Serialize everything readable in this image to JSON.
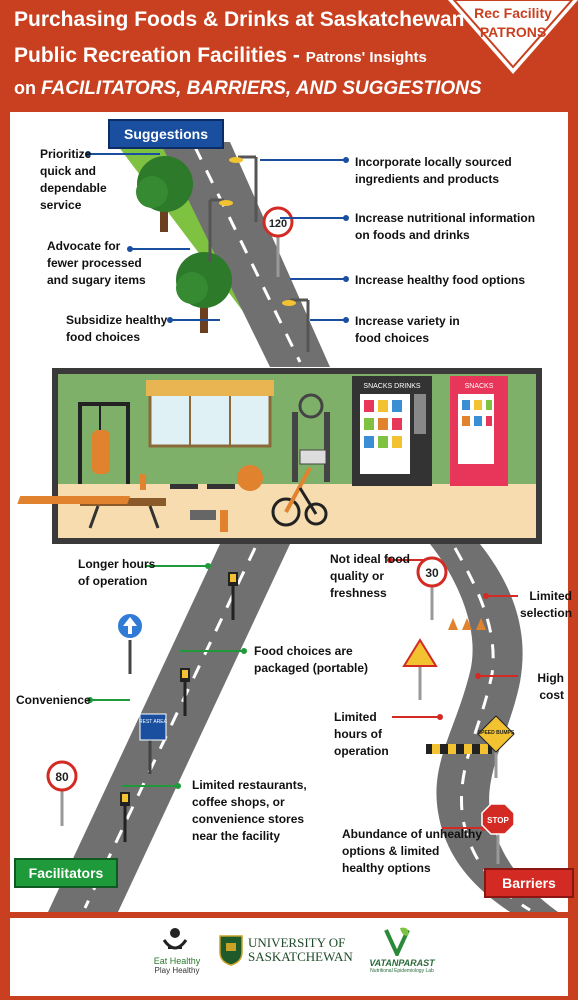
{
  "header": {
    "title_line1": "Purchasing Foods & Drinks at Saskatchewan",
    "title_line2_main": "Public Recreation Facilities - ",
    "title_line2_sub": "Patrons' Insights",
    "title_line3_prefix": "on ",
    "title_line3_em": "FACILITATORS, BARRIERS, AND SUGGESTIONS"
  },
  "badge": {
    "line1": "Rec Facility",
    "line2": "PATRONS"
  },
  "suggestions": {
    "heading": "Suggestions",
    "left": [
      "Prioritize quick and dependable service",
      "Advocate for fewer processed and sugary items",
      "Subsidize healthy food choices"
    ],
    "right": [
      "Incorporate locally sourced ingredients and products",
      "Increase nutritional information on foods and drinks",
      "Increase healthy food options",
      "Increase variety in food choices"
    ],
    "speed_sign": "120"
  },
  "gym": {
    "machine1": "SNACKS  DRINKS",
    "machine2": "SNACKS"
  },
  "facilitators": {
    "heading": "Facilitators",
    "items": [
      "Longer hours of operation",
      "Food choices are packaged (portable)",
      "Convenience",
      "Limited restaurants, coffee shops, or convenience stores near the facility"
    ],
    "speed_sign": "80",
    "rest_area": "REST AREA"
  },
  "barriers": {
    "heading": "Barriers",
    "items": [
      "Not ideal food quality or freshness",
      "Limited selection",
      "High cost",
      "Limited hours of operation",
      "Abundance of unhealthy options & limited healthy options"
    ],
    "speed_sign": "30",
    "bump_sign": "SPEED BUMPS",
    "stop_sign": "STOP"
  },
  "footer": {
    "logo1_line1": "Eat Healthy",
    "logo1_line2": "Play Healthy",
    "logo2_line1": "UNIVERSITY OF",
    "logo2_line2": "SASKATCHEWAN",
    "logo3_line1": "VATANPARAST",
    "logo3_line2": "Nutritional Epidemiology Lab"
  },
  "colors": {
    "brand_red": "#c8401f",
    "suggest_blue": "#1a4fa0",
    "facil_green": "#1e9a3a",
    "barrier_red": "#d42a24",
    "road": "#6e6e6e"
  }
}
